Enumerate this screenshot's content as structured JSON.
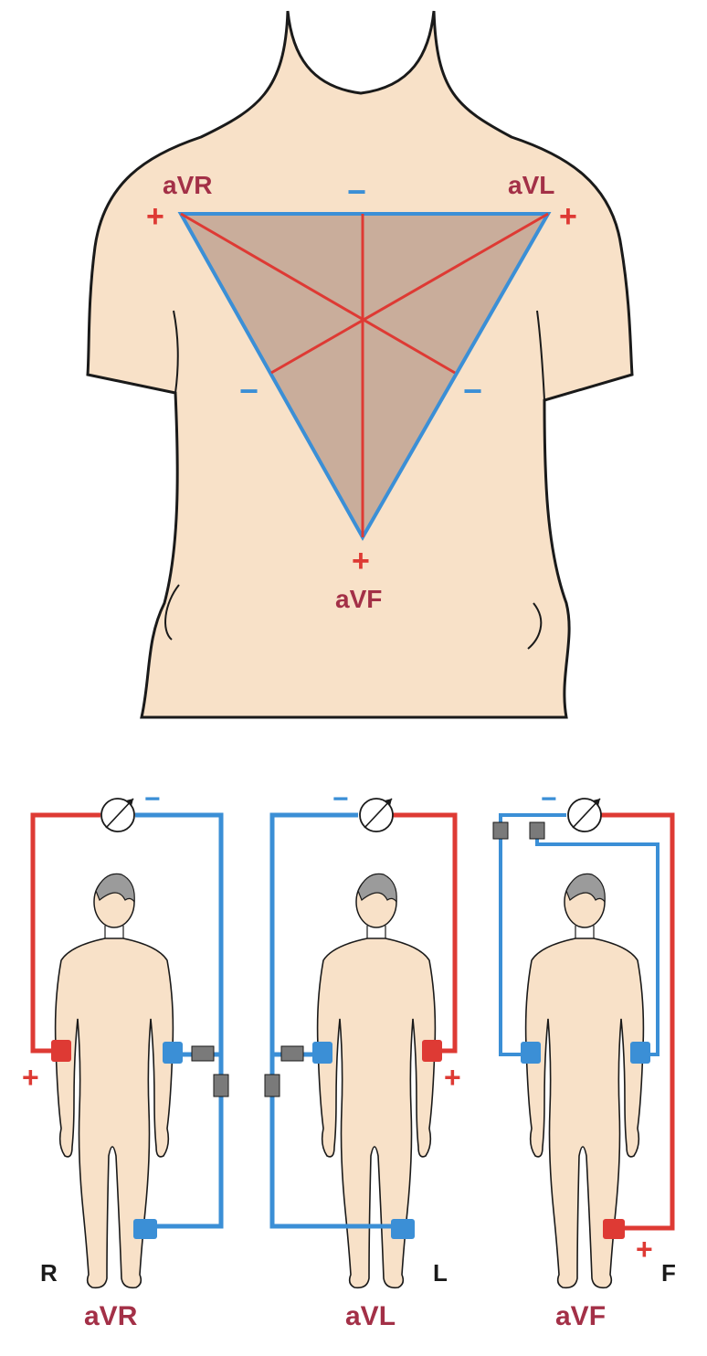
{
  "colors": {
    "skin": "#f8e1c8",
    "triangle_fill": "#c9ad9b",
    "outline": "#1a1a1a",
    "blue": "#3b8fd6",
    "red": "#de3a34",
    "label": "#a33047",
    "hair": "#9b9b9b",
    "connector": "#7a7a7a"
  },
  "torso": {
    "labels": {
      "avr": "aVR",
      "avl": "aVL",
      "avf": "aVF"
    },
    "signs": {
      "plus": "+",
      "minus": "−"
    }
  },
  "figures": [
    {
      "lead": "aVR",
      "limb": "R",
      "plus": "+",
      "minus": "−"
    },
    {
      "lead": "aVL",
      "limb": "L",
      "plus": "+",
      "minus": "−"
    },
    {
      "lead": "aVF",
      "limb": "F",
      "plus": "+",
      "minus": "−"
    }
  ]
}
